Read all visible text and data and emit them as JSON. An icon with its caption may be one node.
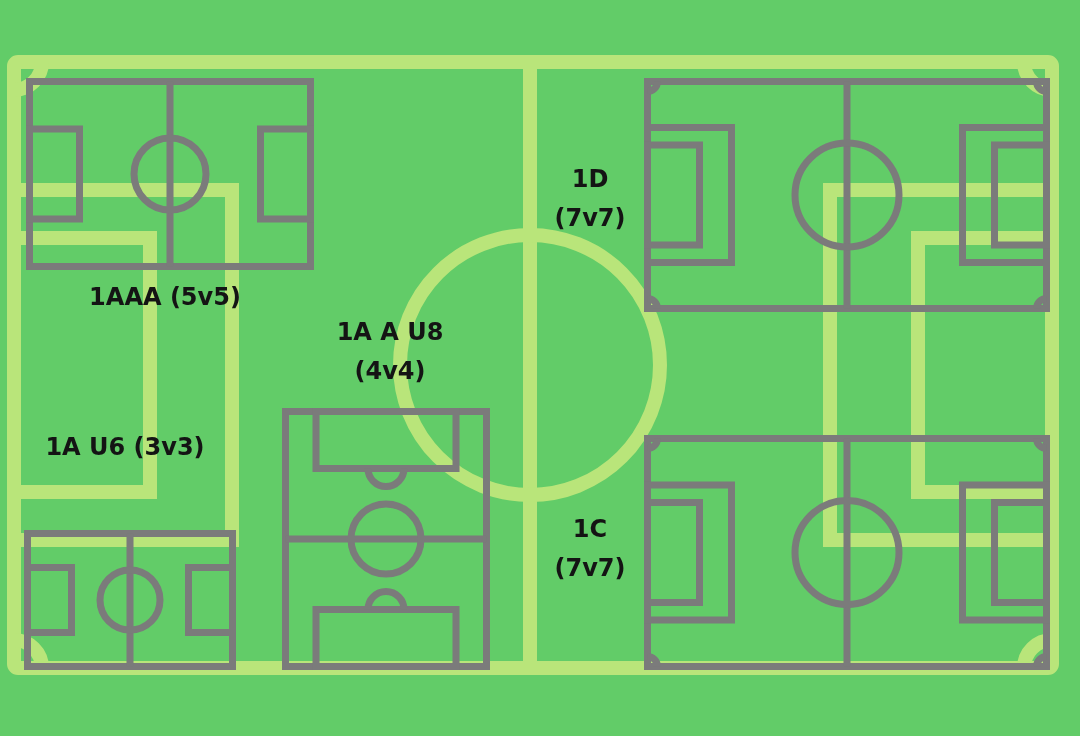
{
  "diagram": {
    "nodes": [
      {
        "text": [
          "1AAA (5v5)"
        ]
      },
      {
        "text": [
          "1D (7v7)"
        ]
      },
      {
        "text": [
          "1A A U8 (4v4)"
        ]
      },
      {
        "text": [
          "1A U6 (3v3)"
        ]
      },
      {
        "text": [
          "1C (7v7)"
        ]
      }
    ]
  }
}
